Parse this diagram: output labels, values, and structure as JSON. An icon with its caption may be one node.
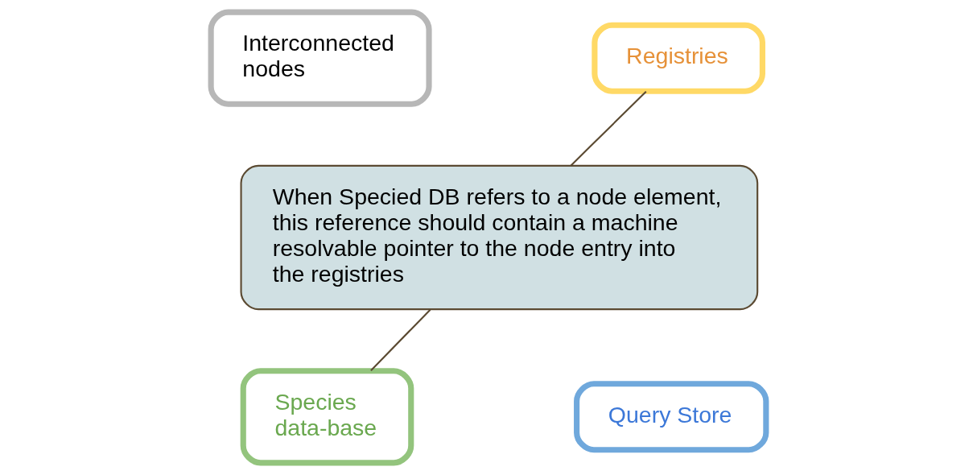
{
  "diagram": {
    "nodes": [
      {
        "text": [
          "Interconnected nodes"
        ]
      },
      {
        "text": [
          "Registries"
        ]
      },
      {
        "text": [
          "When Specied DB refers to a node element, this reference should contain a machine resolvable pointer to the node entry into the registries"
        ]
      },
      {
        "text": [
          "Species data-base"
        ]
      },
      {
        "text": [
          "Query Store"
        ]
      }
    ],
    "edges": [
      {
        "from": 2,
        "to": 1,
        "arrow": "none"
      },
      {
        "from": 2,
        "to": 3,
        "arrow": "none"
      }
    ]
  }
}
